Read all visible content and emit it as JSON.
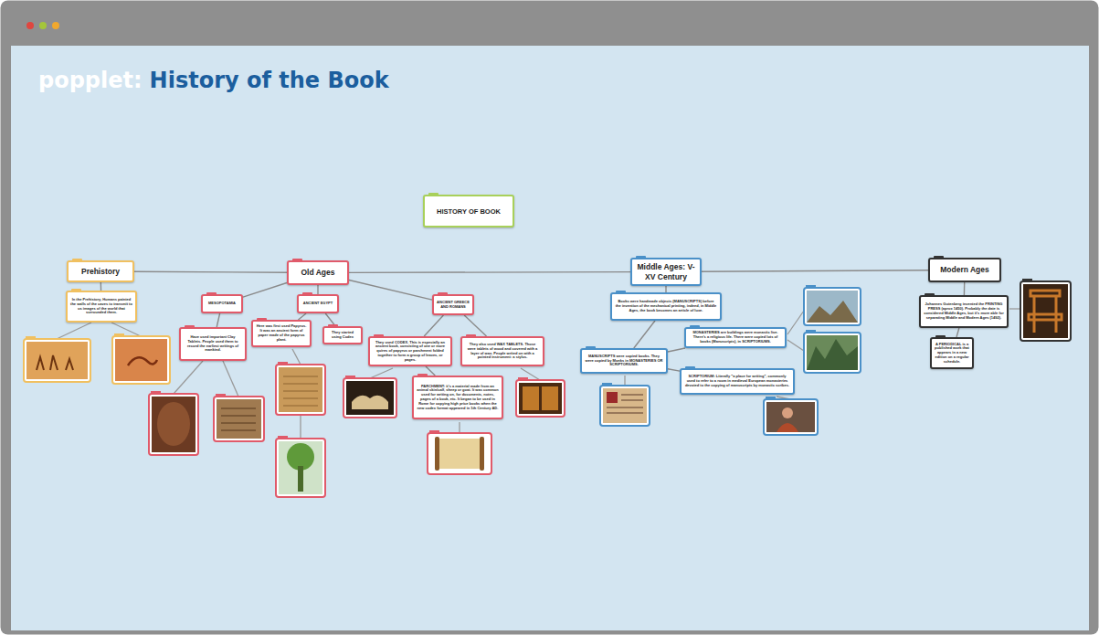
{
  "diagram": {
    "title": "History of the Book",
    "nodes": [
      {
        "text": [
          "HISTORY OF BOOK"
        ]
      },
      {
        "text": [
          "Prehistory"
        ]
      },
      {
        "text": [
          "Old Ages"
        ]
      },
      {
        "text": [
          "Middle Ages: V-XV Century"
        ]
      },
      {
        "text": [
          "Modern Ages"
        ]
      },
      {
        "text": [
          "In the Prehistory, Humans painted the walls of the caves to transmit to us images of the world that surrounded them."
        ]
      },
      {
        "text": [
          "MESOPOTAMIA"
        ]
      },
      {
        "text": [
          "ANCIENT EGYPT"
        ]
      },
      {
        "text": [
          "ANCIENT GREECE AND ROMANS"
        ]
      },
      {
        "text": [
          "Have used important Clay Tablets. People used them to record the earliest writings of mankind."
        ]
      },
      {
        "text": [
          "Here was first used Papyrus. It was an ancient form of paper made of the papyrus plant."
        ]
      },
      {
        "text": [
          "They started using Codex"
        ]
      },
      {
        "text": [
          "They used CODEX. This is especially an ancient book, consisting of one or more quires of papyrus or parchment folded together to form a group of leaves, or pages."
        ]
      },
      {
        "text": [
          "They also used WAX TABLETS. Those were tablets of wood and covered with a layer of wax. People writed on with a pointed instrument: a stylus."
        ]
      },
      {
        "text": [
          "PARCHMENT: it's a material made from an animal skin/calf, sheep or goat. It was common used for writing on, for documents, notes, pages of a book, etc. It began to be used in Rome for copying high price books when the new codex format appeared in 1th Century AD."
        ]
      },
      {
        "text": [
          "Books were handmade objects (MANUSCRIPTS) before the invention of the mechanical printing, indeed, in Middle Ages, the book becomes an article of luxe."
        ]
      },
      {
        "text": [
          "MANUSCRIPTS were copied books. They were copied by Monks in MONASTERIES OR SCRIPTORIUMS."
        ]
      },
      {
        "text": [
          "MONASTERIES are buildings were monastic live. There's a religious life. There were copied lots of books (Manuscripts), in SCRIPTORIUMS."
        ]
      },
      {
        "text": [
          "SCRIPTORIUM: Literally \"a place for writing\", commonly used to refer to a room in medieval European monasteries devoted to the copying of manuscripts by monastic scribes."
        ]
      },
      {
        "text": [
          "Johannes Gutenberg invented the PRINTING PRESS (aprox 1450). Probably the date is considered Middle Ages, but it's more able for separating Middle and Modern Ages (1492)."
        ]
      },
      {
        "text": [
          "A PERIODICAL is a published work that appears in a new edition on a regular schedule."
        ]
      }
    ],
    "edges": [
      {
        "from": 1,
        "to": 2,
        "arrow": "none"
      },
      {
        "from": 2,
        "to": 3,
        "arrow": "none"
      },
      {
        "from": 3,
        "to": 4,
        "arrow": "none"
      },
      {
        "from": 1,
        "to": 5,
        "arrow": "none"
      },
      {
        "from": 2,
        "to": 6,
        "arrow": "none"
      },
      {
        "from": 2,
        "to": 7,
        "arrow": "none"
      },
      {
        "from": 2,
        "to": 8,
        "arrow": "none"
      },
      {
        "from": 6,
        "to": 9,
        "arrow": "none"
      },
      {
        "from": 7,
        "to": 10,
        "arrow": "none"
      },
      {
        "from": 7,
        "to": 11,
        "arrow": "none"
      },
      {
        "from": 8,
        "to": 12,
        "arrow": "none"
      },
      {
        "from": 8,
        "to": 13,
        "arrow": "none"
      },
      {
        "from": 12,
        "to": 14,
        "arrow": "none"
      },
      {
        "from": 3,
        "to": 15,
        "arrow": "none"
      },
      {
        "from": 15,
        "to": 16,
        "arrow": "none"
      },
      {
        "from": 16,
        "to": 17,
        "arrow": "none"
      },
      {
        "from": 16,
        "to": 18,
        "arrow": "none"
      },
      {
        "from": 4,
        "to": 19,
        "arrow": "none"
      },
      {
        "from": 19,
        "to": 20,
        "arrow": "none"
      }
    ],
    "labels": [
      "popplet:"
    ]
  }
}
